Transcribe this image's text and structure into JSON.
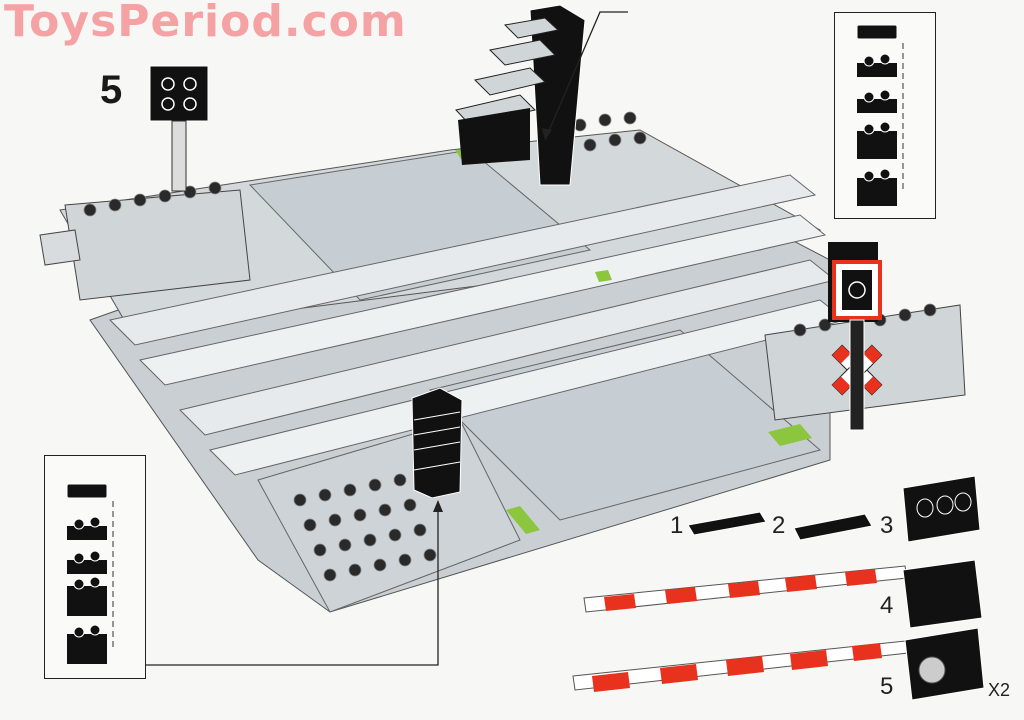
{
  "watermark": "ToysPeriod.com",
  "step": {
    "number": "5"
  },
  "callouts": {
    "top_right": {
      "pieces": [
        "tile 1x2",
        "plate 1x2",
        "plate 1x2",
        "brick 1x2",
        "brick 1x2"
      ]
    },
    "bottom_left": {
      "pieces": [
        "tile 1x2",
        "plate 1x2",
        "plate 1x2",
        "brick 1x2",
        "brick 1x2"
      ]
    }
  },
  "parts": [
    {
      "label": "1",
      "desc": "plate 1x4 black"
    },
    {
      "label": "2",
      "desc": "plate 1x4 black"
    },
    {
      "label": "3",
      "desc": "technic brick 1x4 black"
    },
    {
      "label": "4",
      "desc": "technic brick 1x4 with barrier arm"
    },
    {
      "label": "5",
      "desc": "technic brick 1x4 with gear and barrier arm"
    }
  ],
  "quantity": "X2",
  "colors": {
    "watermark": "#f5a2a4",
    "baseplate": "#c9cfd3",
    "road": "#c5ccd1",
    "black_brick": "#111111",
    "barrier_red": "#e8321e",
    "green_marker": "#8cc63f"
  }
}
